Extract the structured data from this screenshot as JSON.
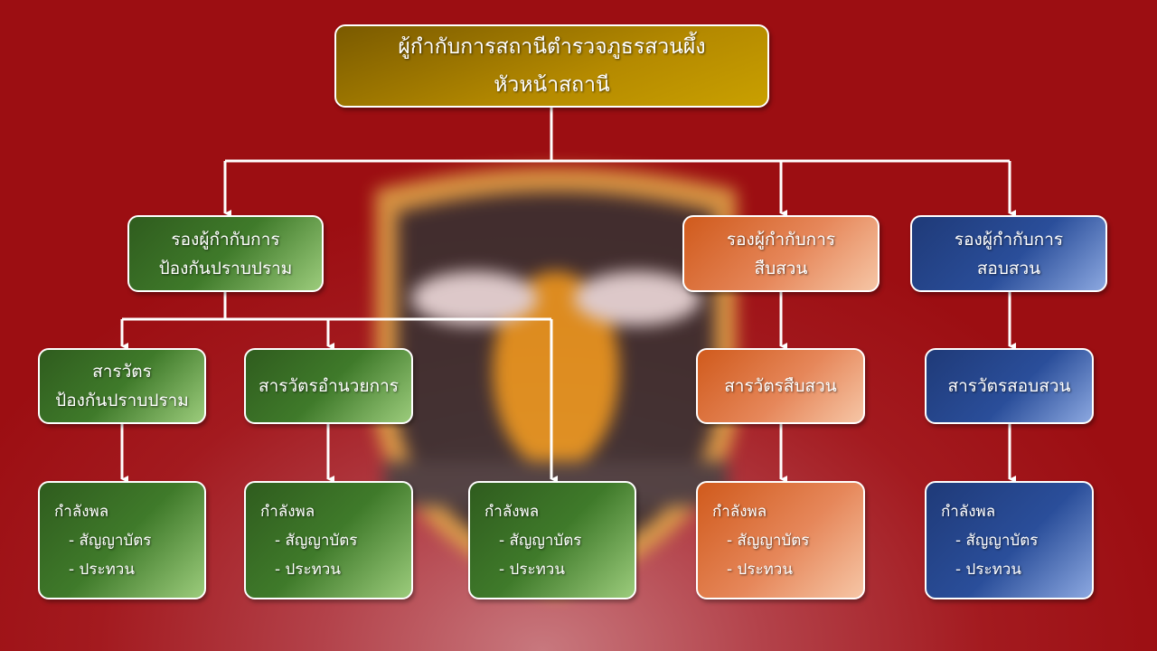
{
  "chief": {
    "line1": "ผู้กำกับการสถานีตำรวจภูธรสวนผึ้ง",
    "line2": "หัวหน้าสถานี"
  },
  "deputies": [
    {
      "line1": "รองผู้กำกับการ",
      "line2": "ป้องกันปราบปราม"
    },
    {
      "line1": "รองผู้กำกับการ",
      "line2": "สืบสวน"
    },
    {
      "line1": "รองผู้กำกับการ",
      "line2": "สอบสวน"
    }
  ],
  "duty": [
    {
      "line1": "สารวัตร",
      "line2": "ป้องกันปราบปราม"
    },
    {
      "line1": "สารวัตรอำนวยการ"
    },
    {
      "line1": "สารวัตรสืบสวน"
    },
    {
      "line1": "สารวัตรสอบสวน"
    }
  ],
  "staff": {
    "title": "กำลังพล",
    "item1": "- สัญญาบัตร",
    "item2": "- ประทวน"
  },
  "colors": {
    "gold": "#b58a00",
    "green": "#3f7a2a",
    "orange": "#e6875a",
    "blue": "#2a4e9a",
    "background": "#a31a1f"
  }
}
